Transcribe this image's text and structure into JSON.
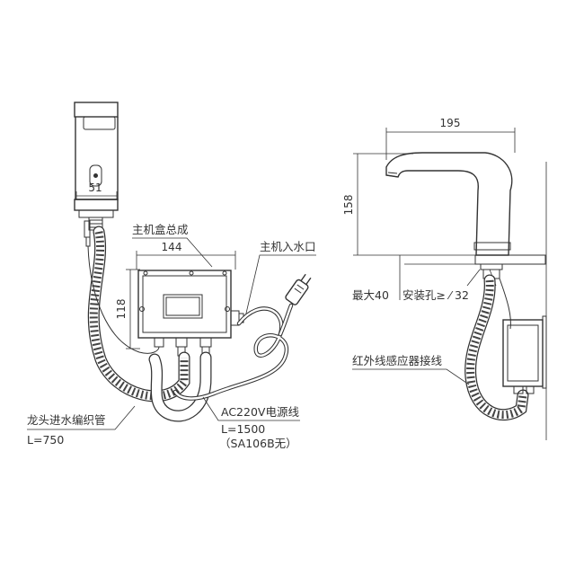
{
  "left_view": {
    "dim_spout_width": "51",
    "dim_box_width": "144",
    "dim_box_height": "118",
    "label_box": "主机盒总成",
    "label_inlet": "主机入水口",
    "label_hose_title": "龙头进水编织管",
    "label_hose_length": "L=750",
    "label_cable_title": "AC220V电源线",
    "label_cable_length": "L=1500",
    "label_cable_note": "（SA106B无）"
  },
  "right_view": {
    "dim_reach": "195",
    "dim_height": "158",
    "label_max_thickness": "最大40",
    "label_hole": "安装孔≥ ⁄ 32",
    "label_sensor_cable": "红外线感应器接线"
  }
}
